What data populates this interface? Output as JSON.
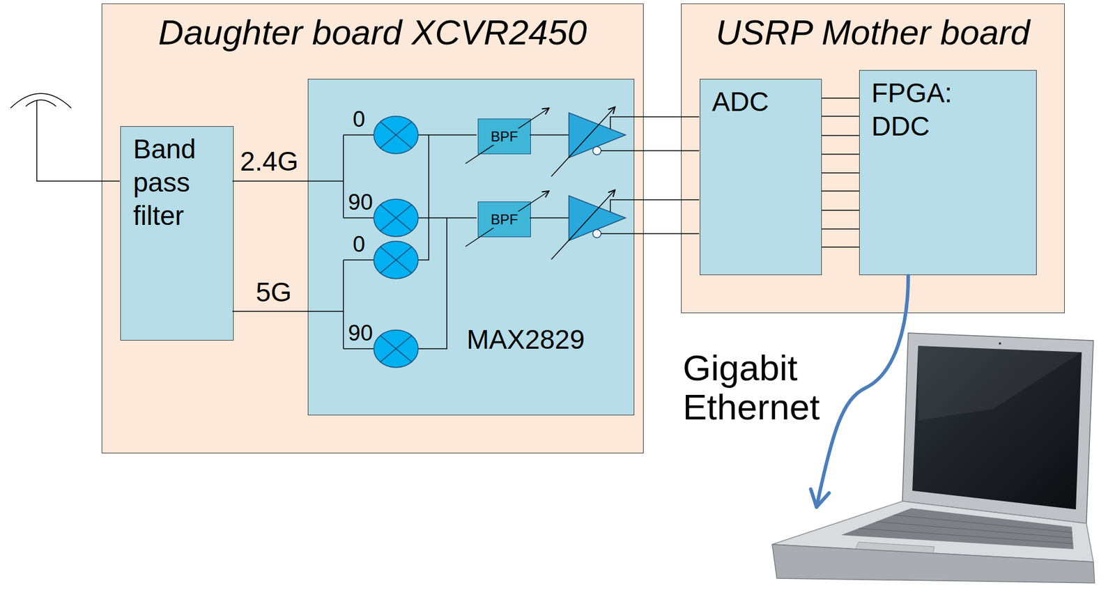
{
  "diagram": {
    "nodes": [
      {
        "text": [
          "Daughter board XCVR2450"
        ]
      },
      {
        "text": [
          "Band pass filter"
        ],
        "in": 0
      },
      {
        "text": [
          "MAX2829"
        ],
        "in": 0
      },
      {
        "text": [
          "BPF"
        ],
        "in": 2
      },
      {
        "text": [
          "BPF"
        ],
        "in": 2
      },
      {
        "text": [
          "USRP Mother board"
        ]
      },
      {
        "text": [
          "ADC"
        ],
        "in": 5
      },
      {
        "text": [
          "FPGA: DDC"
        ],
        "in": 5
      }
    ],
    "edges": [
      {
        "from": 6,
        "to": 7,
        "arrow": "none"
      },
      {
        "from": 6,
        "to": 7,
        "arrow": "none"
      },
      {
        "from": 6,
        "to": 7,
        "arrow": "none"
      },
      {
        "from": 6,
        "to": 7,
        "arrow": "none"
      },
      {
        "from": 6,
        "to": 7,
        "arrow": "none"
      },
      {
        "from": 6,
        "to": 7,
        "arrow": "none"
      },
      {
        "from": 6,
        "to": 7,
        "arrow": "none"
      },
      {
        "from": 6,
        "to": 7,
        "arrow": "none"
      },
      {
        "from": 6,
        "to": 7,
        "arrow": "none"
      }
    ],
    "labels": [
      "2.4G",
      "5G",
      "0",
      "90",
      "0",
      "90",
      "Gigabit Ethernet"
    ]
  }
}
